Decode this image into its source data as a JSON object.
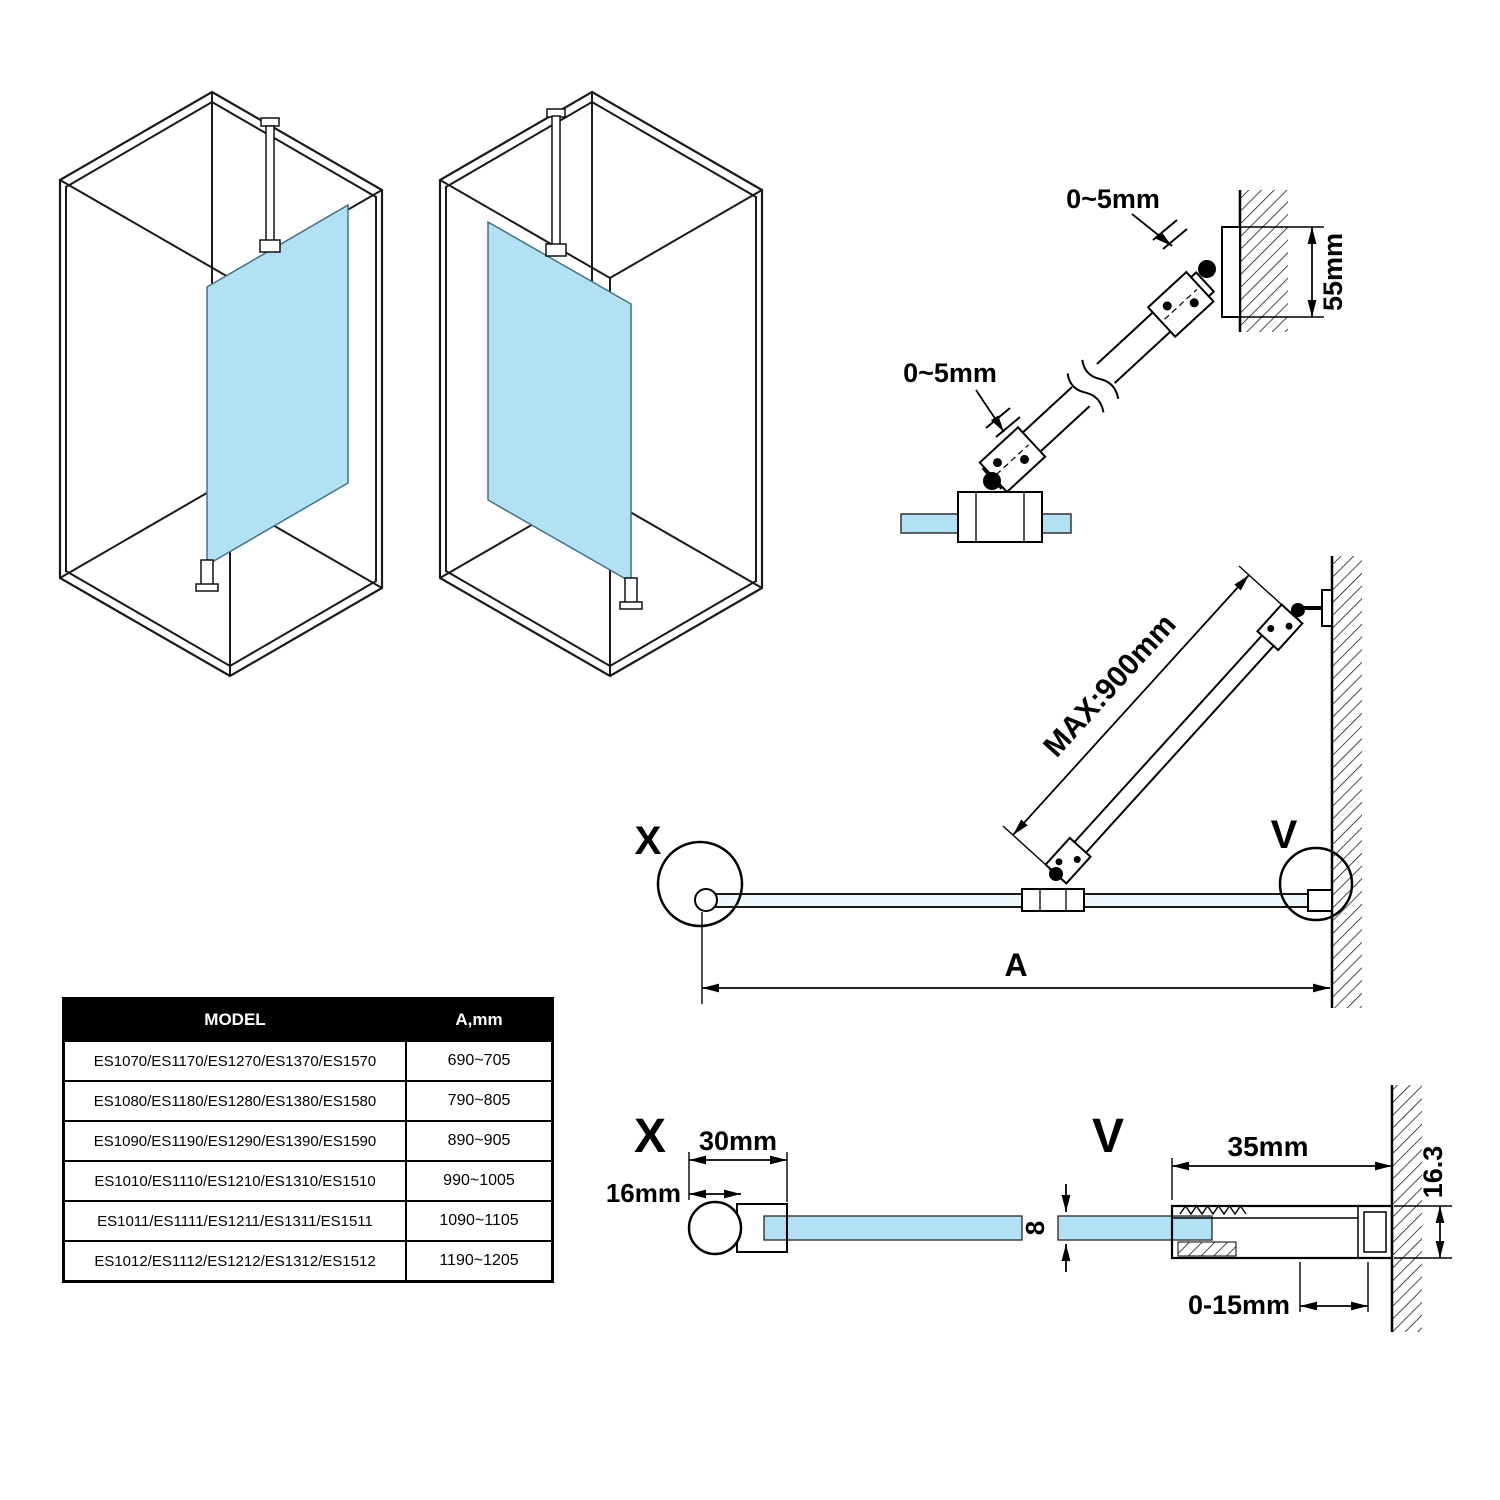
{
  "colors": {
    "glass": "#b3e1f4",
    "glass_edge": "#40708a",
    "line": "#000000",
    "table_header_bg": "#000000",
    "table_header_text": "#ffffff"
  },
  "bracket_detail": {
    "gap_top": "0~5mm",
    "gap_mid": "0~5mm",
    "wall_height": "55mm"
  },
  "plan": {
    "max_label": "MAX:900mm",
    "x_label": "X",
    "v_label": "V",
    "a_label": "A"
  },
  "section_x": {
    "title": "X",
    "width": "30mm",
    "diameter": "16mm"
  },
  "section_v": {
    "title": "V",
    "width": "35mm",
    "thickness": "8",
    "height": "16.3",
    "adjust": "0-15mm"
  },
  "table": {
    "headers": {
      "model": "MODEL",
      "a": "A,mm"
    },
    "rows": [
      {
        "model": "ES1070/ES1170/ES1270/ES1370/ES1570",
        "a": "690~705"
      },
      {
        "model": "ES1080/ES1180/ES1280/ES1380/ES1580",
        "a": "790~805"
      },
      {
        "model": "ES1090/ES1190/ES1290/ES1390/ES1590",
        "a": "890~905"
      },
      {
        "model": "ES1010/ES1110/ES1210/ES1310/ES1510",
        "a": "990~1005"
      },
      {
        "model": "ES1011/ES1111/ES1211/ES1311/ES1511",
        "a": "1090~1105"
      },
      {
        "model": "ES1012/ES1112/ES1212/ES1312/ES1512",
        "a": "1190~1205"
      }
    ]
  }
}
